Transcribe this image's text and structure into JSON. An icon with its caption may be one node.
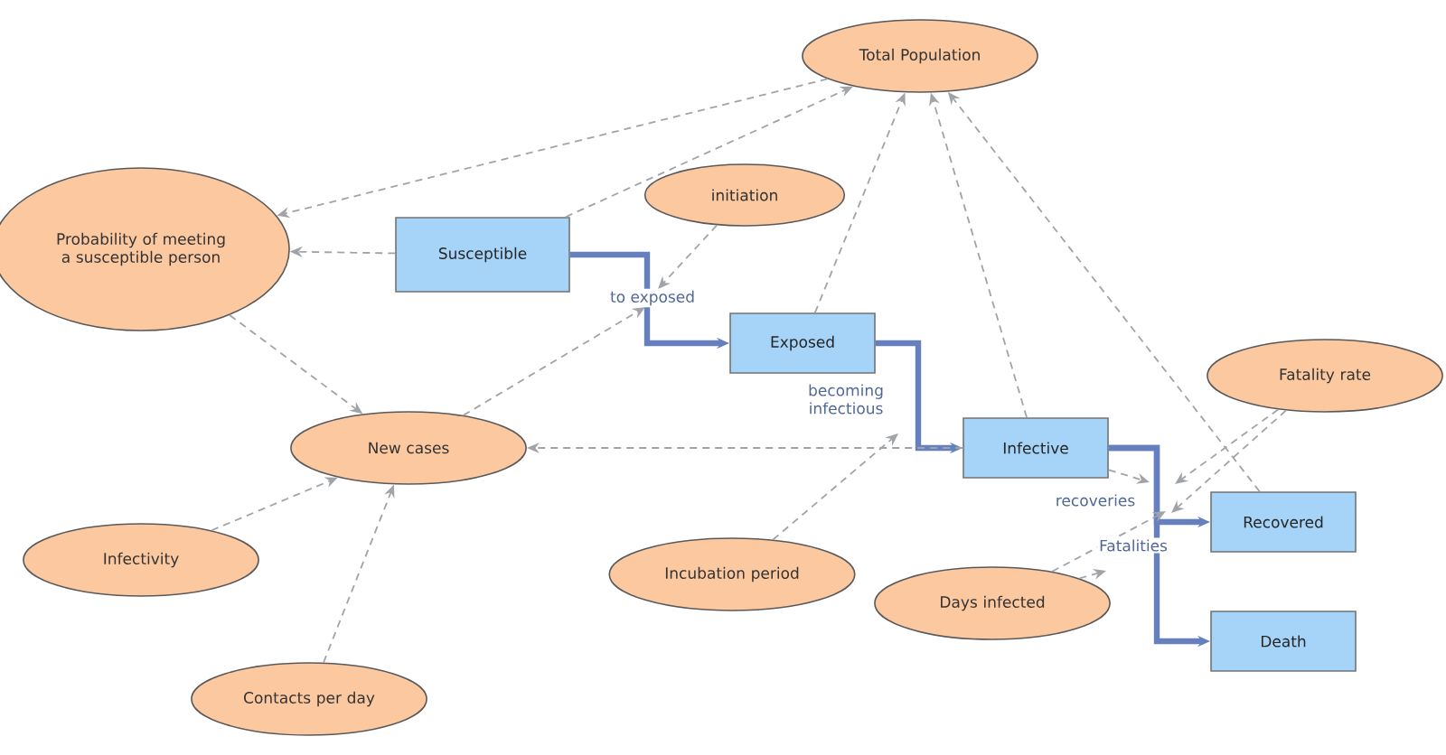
{
  "diagram": {
    "nodes": [
      {
        "text": [
          "Total Population"
        ]
      },
      {
        "text": [
          "Probability of meeting a susceptible person"
        ]
      },
      {
        "text": [
          "initiation"
        ]
      },
      {
        "text": [
          "Susceptible"
        ]
      },
      {
        "text": [
          "Exposed"
        ]
      },
      {
        "text": [
          "Fatality rate"
        ]
      },
      {
        "text": [
          "New cases"
        ]
      },
      {
        "text": [
          "Infective"
        ]
      },
      {
        "text": [
          "Recovered"
        ]
      },
      {
        "text": [
          "Infectivity"
        ]
      },
      {
        "text": [
          "Incubation period"
        ]
      },
      {
        "text": [
          "Days infected"
        ]
      },
      {
        "text": [
          "Death"
        ]
      },
      {
        "text": [
          "Contacts per day"
        ]
      }
    ],
    "edges": [
      {
        "from": 3,
        "to": 4,
        "arrow": "to",
        "label": "to exposed",
        "style": "thick",
        "color": "#6680bf"
      },
      {
        "from": 4,
        "to": 7,
        "arrow": "to",
        "label": "becoming infectious",
        "style": "thick",
        "color": "#6680bf"
      },
      {
        "from": 7,
        "to": 8,
        "arrow": "to",
        "label": "recoveries",
        "style": "thick",
        "color": "#6680bf"
      },
      {
        "from": 7,
        "to": 12,
        "arrow": "to",
        "label": "Fatalities",
        "style": "thick",
        "color": "#6680bf"
      },
      {
        "from": 0,
        "to": 1,
        "arrow": "to",
        "style": "dashed"
      },
      {
        "from": 3,
        "to": 0,
        "arrow": "to",
        "style": "dashed"
      },
      {
        "from": 4,
        "to": 0,
        "arrow": "to",
        "style": "dashed"
      },
      {
        "from": 7,
        "to": 0,
        "arrow": "to",
        "style": "dashed"
      },
      {
        "from": 8,
        "to": 0,
        "arrow": "to",
        "style": "dashed"
      },
      {
        "from": 3,
        "to": 1,
        "arrow": "to",
        "style": "dashed"
      },
      {
        "from": 1,
        "to": 6,
        "arrow": "to",
        "style": "dashed"
      },
      {
        "from": 7,
        "to": 6,
        "arrow": "to",
        "style": "dashed"
      },
      {
        "from": 9,
        "to": 6,
        "arrow": "to",
        "style": "dashed"
      },
      {
        "from": 13,
        "to": 6,
        "arrow": "to",
        "style": "dashed"
      },
      {
        "from": 2,
        "to": null,
        "arrow": "to",
        "style": "dashed"
      },
      {
        "from": 6,
        "to": null,
        "arrow": "to",
        "style": "dashed"
      },
      {
        "from": 10,
        "to": null,
        "arrow": "to",
        "style": "dashed"
      },
      {
        "from": 5,
        "to": null,
        "arrow": "to",
        "style": "dashed"
      },
      {
        "from": 5,
        "to": null,
        "arrow": "to",
        "style": "dashed"
      },
      {
        "from": 11,
        "to": null,
        "arrow": "to",
        "style": "dashed"
      },
      {
        "from": 11,
        "to": null,
        "arrow": "to",
        "style": "dashed"
      },
      {
        "from": 7,
        "to": null,
        "arrow": "to",
        "style": "dashed"
      }
    ]
  }
}
